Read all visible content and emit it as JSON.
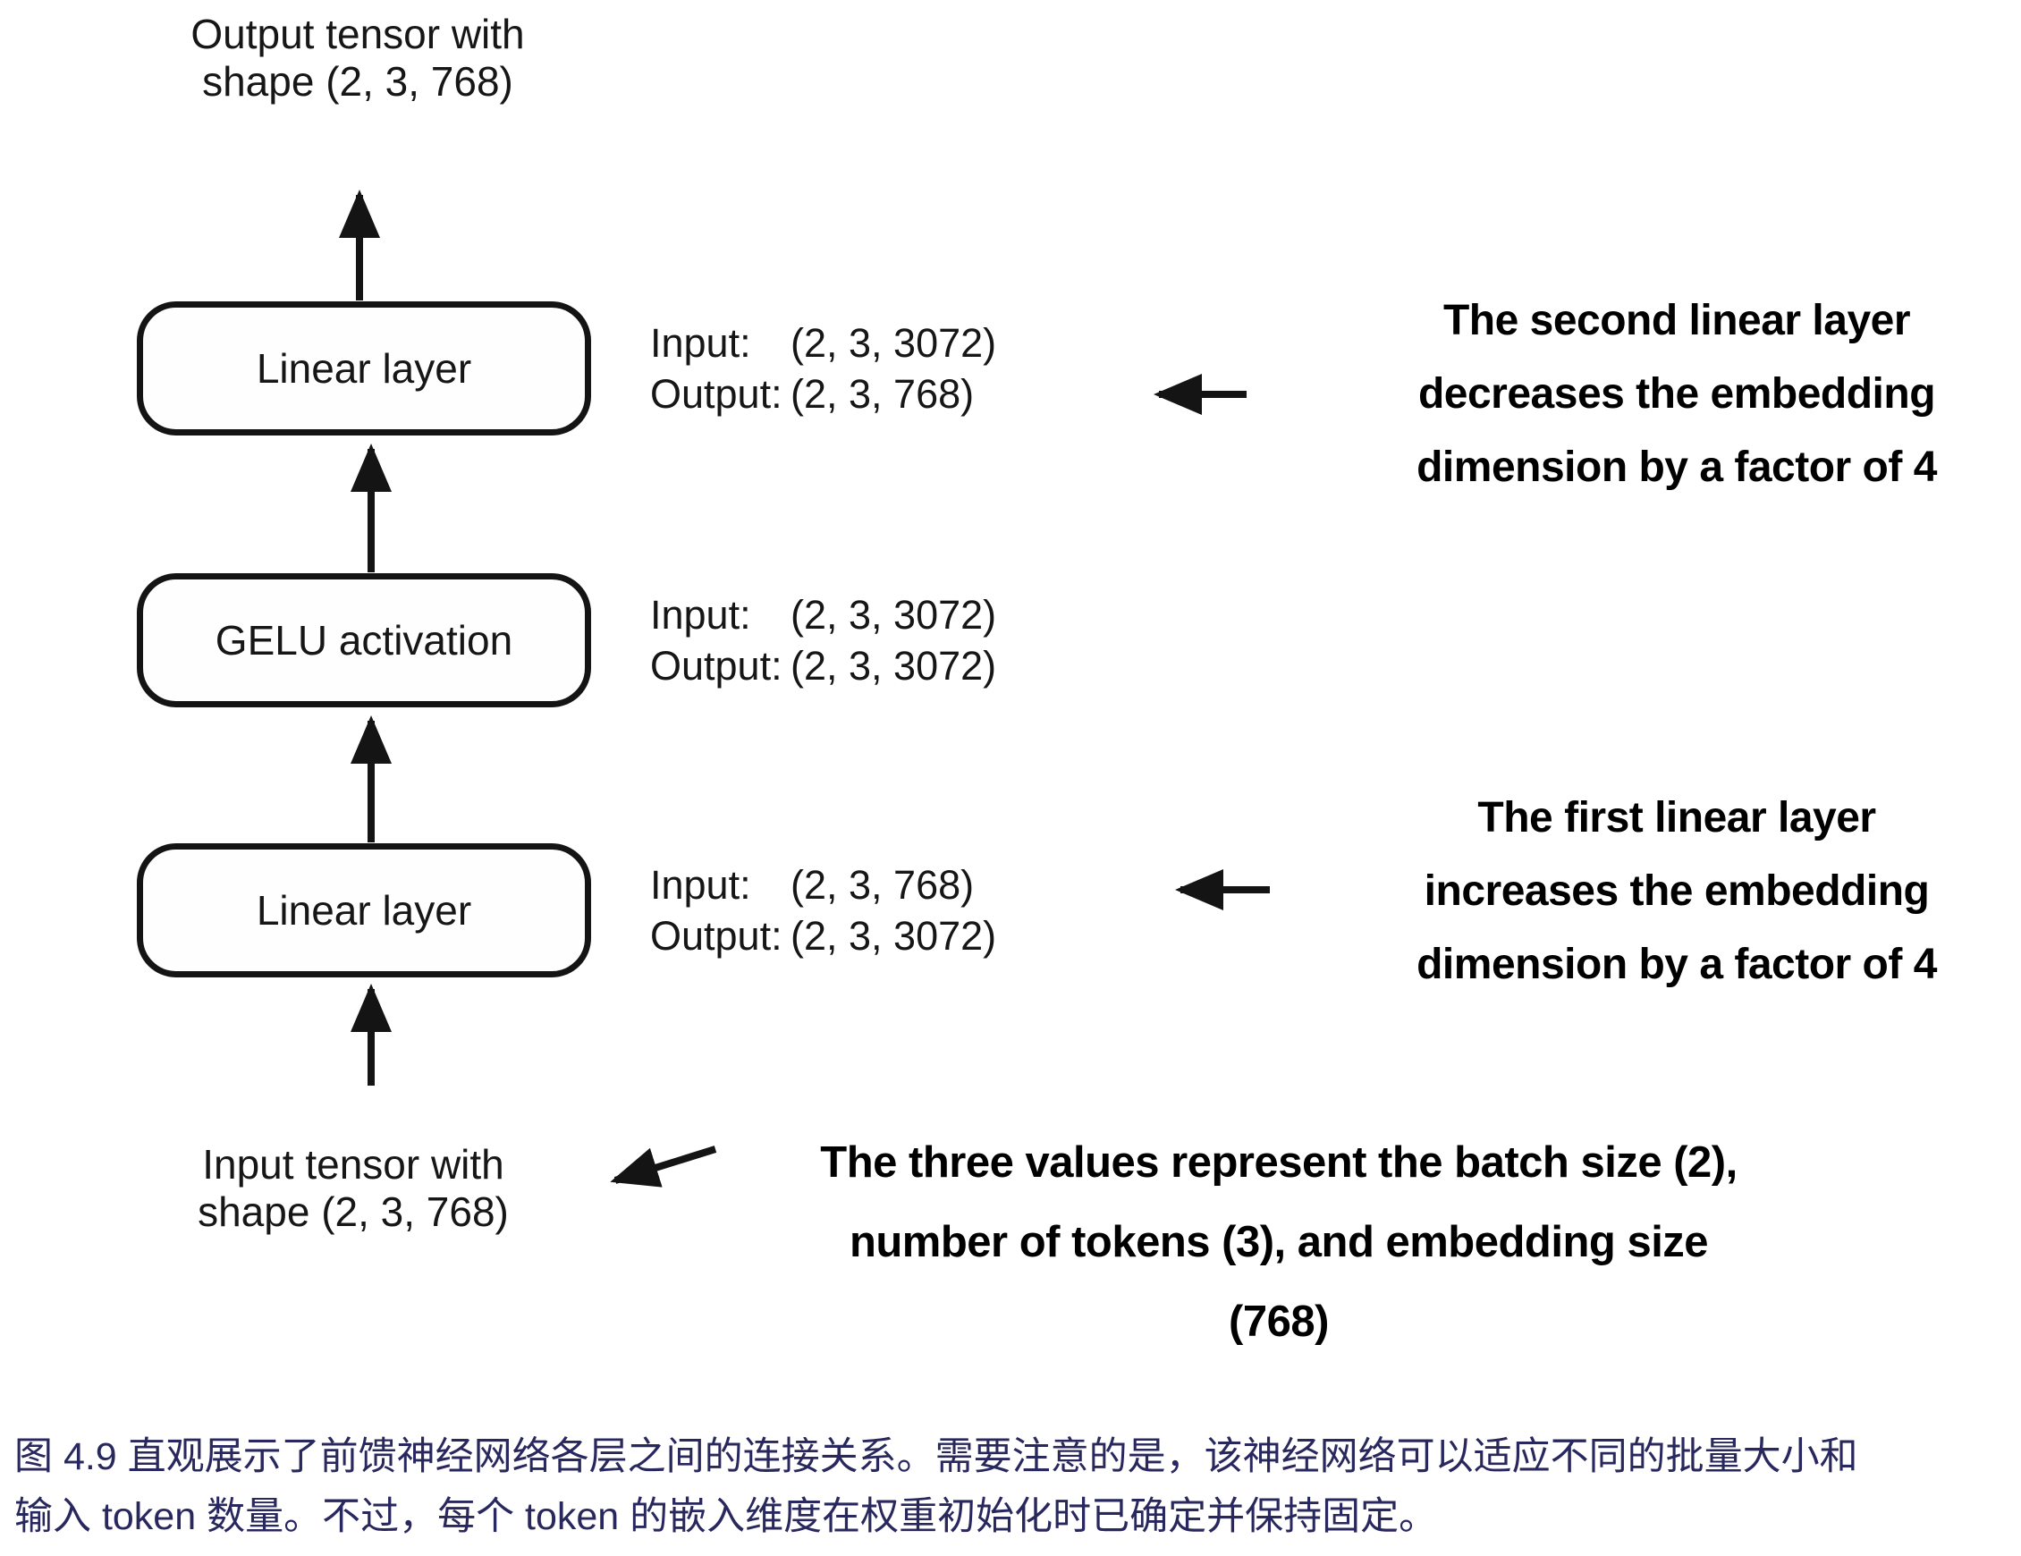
{
  "colors": {
    "ink": "#161616",
    "caption_text": "#28285e",
    "callout_text": "#000000"
  },
  "diagram": {
    "output_tensor": {
      "line1": "Output tensor with",
      "line2": "shape (2, 3, 768)"
    },
    "input_tensor": {
      "line1": "Input tensor with",
      "line2": "shape (2, 3, 768)"
    },
    "boxes": [
      {
        "label": "Linear layer"
      },
      {
        "label": "GELU activation"
      },
      {
        "label": "Linear layer"
      }
    ],
    "io": [
      {
        "input_label": "Input:",
        "input_value": "(2, 3, 3072)",
        "output_label": "Output:",
        "output_value": "(2, 3, 768)"
      },
      {
        "input_label": "Input:",
        "input_value": "(2, 3, 3072)",
        "output_label": "Output:",
        "output_value": "(2, 3, 3072)"
      },
      {
        "input_label": "Input:",
        "input_value": "(2, 3, 768)",
        "output_label": "Output:",
        "output_value": "(2, 3, 3072)"
      }
    ],
    "annotations": {
      "second_linear": [
        "The second linear layer",
        "decreases the embedding",
        "dimension by a factor of 4"
      ],
      "first_linear": [
        "The first linear layer",
        "increases the embedding",
        "dimension by a factor of 4"
      ],
      "tensor_values": [
        "The three values represent the batch size (2),",
        "number of tokens (3), and embedding size",
        "(768)"
      ]
    }
  },
  "caption": {
    "line1": "图 4.9 直观展示了前馈神经网络各层之间的连接关系。需要注意的是，该神经网络可以适应不同的批量大小和",
    "line2": "输入 token 数量。不过，每个 token 的嵌入维度在权重初始化时已确定并保持固定。"
  }
}
